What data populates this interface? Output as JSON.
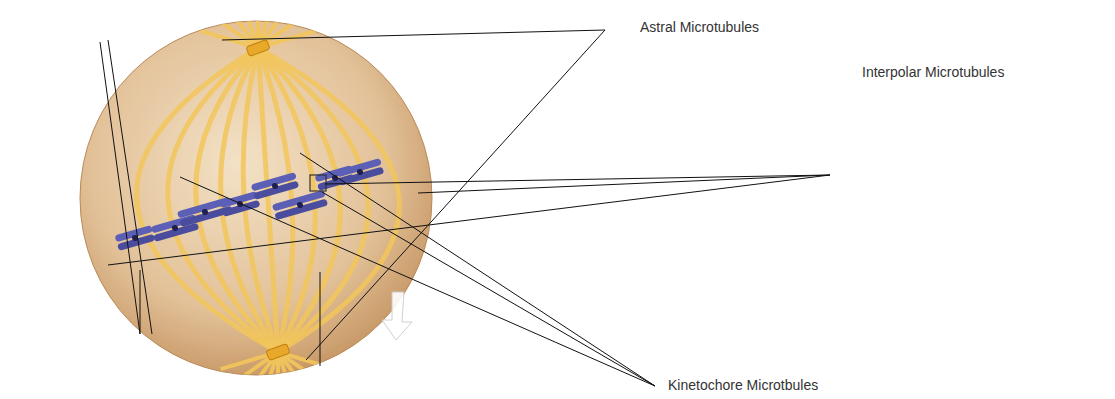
{
  "diagram": {
    "labels": [
      "Astral Microtubules",
      "Interpolar Microtubules",
      "Kinetochore Microtbules"
    ]
  }
}
